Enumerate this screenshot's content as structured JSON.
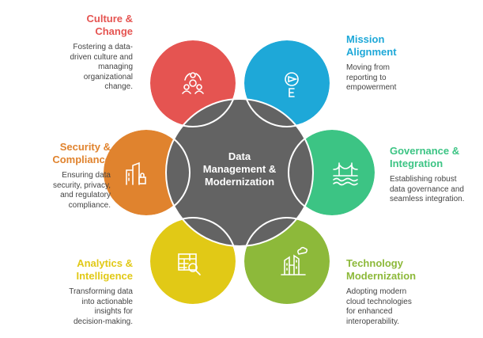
{
  "center": {
    "line1": "Data",
    "line2": "Management &",
    "line3": "Modernization",
    "color": "#636363"
  },
  "items": [
    {
      "title1": "Culture &",
      "title2": "Change",
      "desc": "Fostering a data-driven culture and managing organizational change.",
      "color": "#E55451",
      "icon": "people-gear-icon"
    },
    {
      "title1": "Mission",
      "title2": "Alignment",
      "desc": "Moving from reporting to empowerment",
      "color": "#1EA8D8",
      "icon": "compass-icon"
    },
    {
      "title1": "Governance &",
      "title2": "Integration",
      "desc": "Establishing robust data governance and seamless integration.",
      "color": "#3CC484",
      "icon": "bridge-icon"
    },
    {
      "title1": "Technology",
      "title2": "Modernization",
      "desc": "Adopting modern cloud technologies for enhanced interoperability.",
      "color": "#8DB93A",
      "icon": "city-cloud-icon"
    },
    {
      "title1": "Analytics &",
      "title2": "Intelligence",
      "desc": "Transforming data into actionable insights for decision-making.",
      "color": "#E1C916",
      "icon": "table-search-icon"
    },
    {
      "title1": "Security &",
      "title2": "Compliance",
      "desc": "Ensuring data security, privacy, and regulatory compliance.",
      "color": "#E0832E",
      "icon": "buildings-lock-icon"
    }
  ]
}
